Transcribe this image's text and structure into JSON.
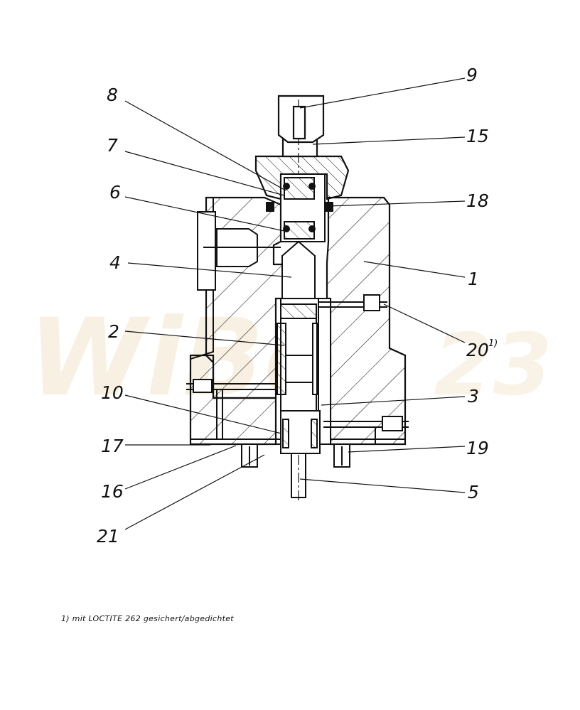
{
  "watermark": {
    "text": "WiBe",
    "suffix": "23",
    "color": "#f6ecd9"
  },
  "callouts": {
    "c1": "1",
    "c2": "2",
    "c3": "3",
    "c4": "4",
    "c5": "5",
    "c6": "6",
    "c7": "7",
    "c8": "8",
    "c9": "9",
    "c10": "10",
    "c15": "15",
    "c16": "16",
    "c17": "17",
    "c18": "18",
    "c19": "19",
    "c20": "20",
    "c20_sup": "1)",
    "c21": "21"
  },
  "footnote": "1) mit LOCTITE 262 gesichert/abgedichtet",
  "colors": {
    "line": "#111111",
    "background": "#ffffff"
  }
}
